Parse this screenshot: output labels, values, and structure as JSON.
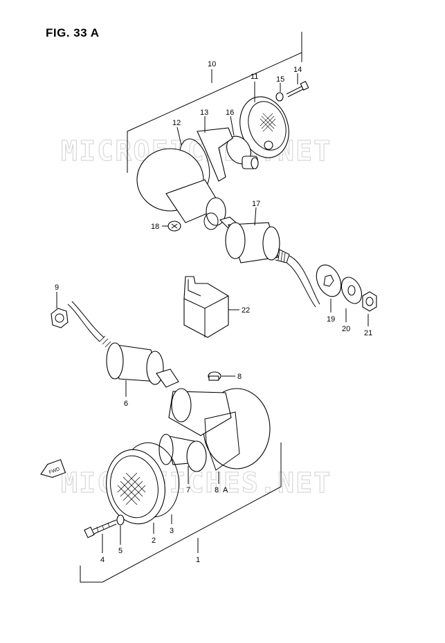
{
  "figure": {
    "title": "FIG. 33 A"
  },
  "watermark": {
    "text": "MICROFICHES.NET"
  },
  "fwd_label": "FWD",
  "callouts": {
    "c1": "1",
    "c2": "2",
    "c3": "3",
    "c4": "4",
    "c5": "5",
    "c6": "6",
    "c7": "7",
    "c8": "8",
    "c8a": "8",
    "c8a_suffix": "A",
    "c9": "9",
    "c10": "10",
    "c11": "11",
    "c12": "12",
    "c13": "13",
    "c14": "14",
    "c15": "15",
    "c16": "16",
    "c17": "17",
    "c18": "18",
    "c19": "19",
    "c20": "20",
    "c21": "21",
    "c22": "22"
  }
}
